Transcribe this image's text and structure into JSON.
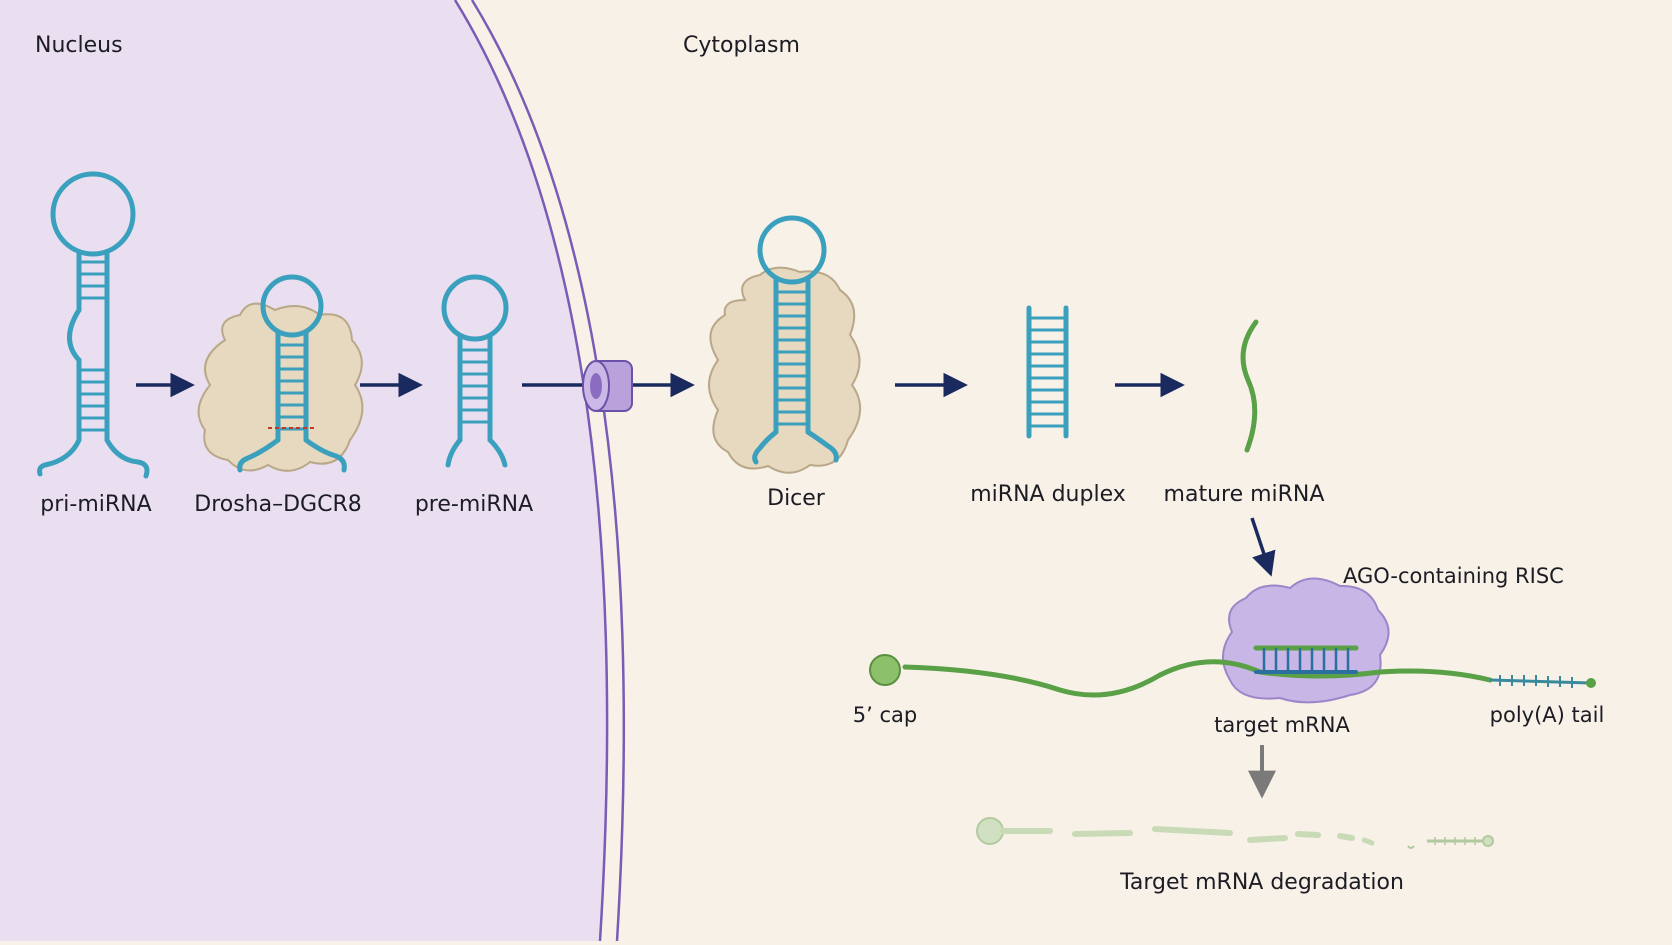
{
  "regions": {
    "nucleus_label": "Nucleus",
    "cytoplasm_label": "Cytoplasm"
  },
  "labels": {
    "pri_mirna": "pri-miRNA",
    "drosha": "Drosha–DGCR8",
    "pre_mirna": "pre-miRNA",
    "dicer": "Dicer",
    "duplex": "miRNA duplex",
    "mature": "mature miRNA",
    "risc": "AGO-containing RISC",
    "five_cap": "5’ cap",
    "target": "target mRNA",
    "polya": "poly(A) tail",
    "degradation": "Target mRNA degradation"
  },
  "colors": {
    "nucleus_fill": "#e9dff0",
    "cytoplasm_fill": "#f8f1e8",
    "membrane": "#7a5bb5",
    "rna": "#3aa0be",
    "mrna": "#5aa046",
    "protein": "#e6d9bf",
    "risc": "#c8b6e6",
    "arrow": "#1a2a5e",
    "gray_arrow": "#7a7a7a"
  }
}
